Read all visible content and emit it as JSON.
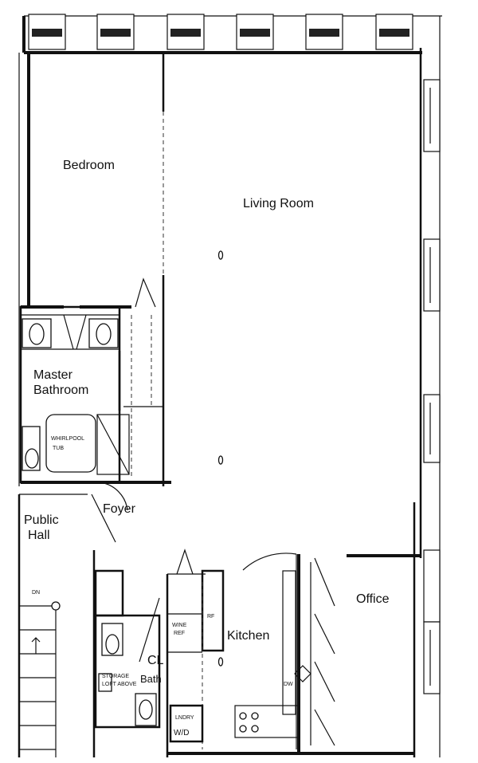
{
  "rooms": {
    "bedroom": "Bedroom",
    "living_room": "Living Room",
    "master_bathroom_line1": "Master",
    "master_bathroom_line2": "Bathroom",
    "foyer": "Foyer",
    "public_hall_line1": "Public",
    "public_hall_line2": "Hall",
    "kitchen": "Kitchen",
    "office": "Office",
    "closet": "CL",
    "bath": "Bath"
  },
  "fixture_labels": {
    "whirlpool_line1": "WHIRLPOOL",
    "whirlpool_line2": "TUB",
    "stair_dn": "DN",
    "wine_line1": "WINE",
    "wine_line2": "REF",
    "refrigerator": "RF",
    "storage_line1": "STORAGE",
    "storage_line2": "LOFT ABOVE",
    "dishwasher": "DW",
    "laundry": "LNDRY",
    "washer_dryer": "W/D"
  }
}
